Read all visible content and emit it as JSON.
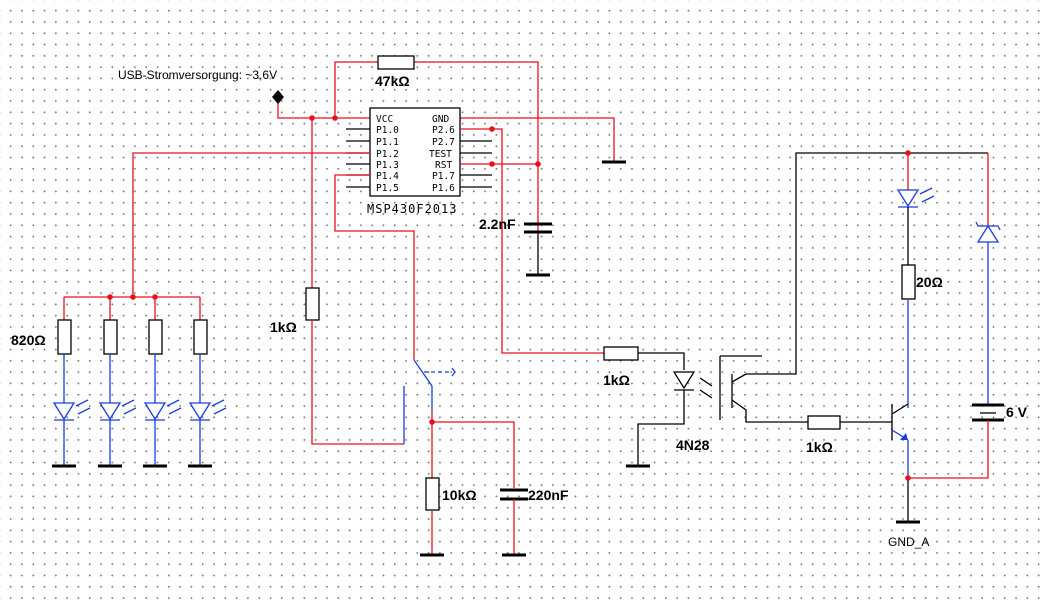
{
  "labels": {
    "supply": "USB-Stromversorgung: ~3,6V",
    "r_47k": "47kΩ",
    "c_2n2": "2.2nF",
    "chip": "MSP430F2013",
    "r_820": "820Ω",
    "r_1k_left": "1kΩ",
    "r_10k": "10kΩ",
    "c_220n": "220nF",
    "r_1k_opto": "1kΩ",
    "opto": "4N28",
    "r_1k_base": "1kΩ",
    "r_20": "20Ω",
    "battery": "6 V",
    "gnd_a": "GND_A"
  },
  "chip_pins_left": [
    "VCC",
    "P1.0",
    "P1.1",
    "P1.2",
    "P1.3",
    "P1.4",
    "P1.5"
  ],
  "chip_pins_right": [
    "GND",
    "P2.6",
    "P2.7",
    "TEST",
    "RST",
    "P1.7",
    "P1.6"
  ],
  "colors": {
    "wire": "#e8101c",
    "led_wire": "#1a3de0",
    "component": "#000000"
  }
}
